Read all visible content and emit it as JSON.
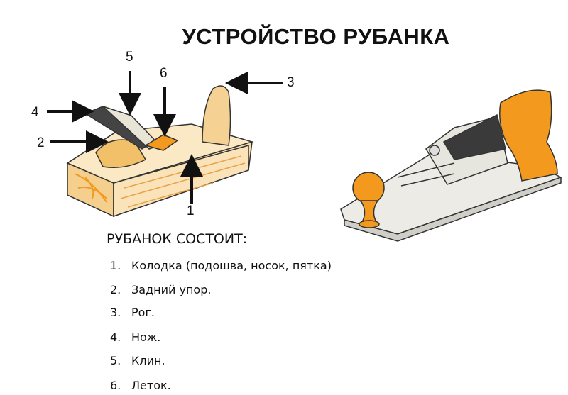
{
  "title": "УСТРОЙСТВО РУБАНКА",
  "callouts": [
    "1",
    "2",
    "3",
    "4",
    "5",
    "6"
  ],
  "list": {
    "heading": "РУБАНОК СОСТОИТ:",
    "items": [
      {
        "n": "1.",
        "text": "Колодка (подошва, носок, пятка)"
      },
      {
        "n": "2.",
        "text": "Задний упор."
      },
      {
        "n": "3.",
        "text": "Рог."
      },
      {
        "n": "4.",
        "text": "Нож."
      },
      {
        "n": "5.",
        "text": "Клин."
      },
      {
        "n": "6.",
        "text": "Леток."
      }
    ]
  },
  "colors": {
    "wood": "#f7d7a0",
    "orange": "#f39a1e",
    "metal": "#e9e9e4",
    "ink": "#222222"
  }
}
